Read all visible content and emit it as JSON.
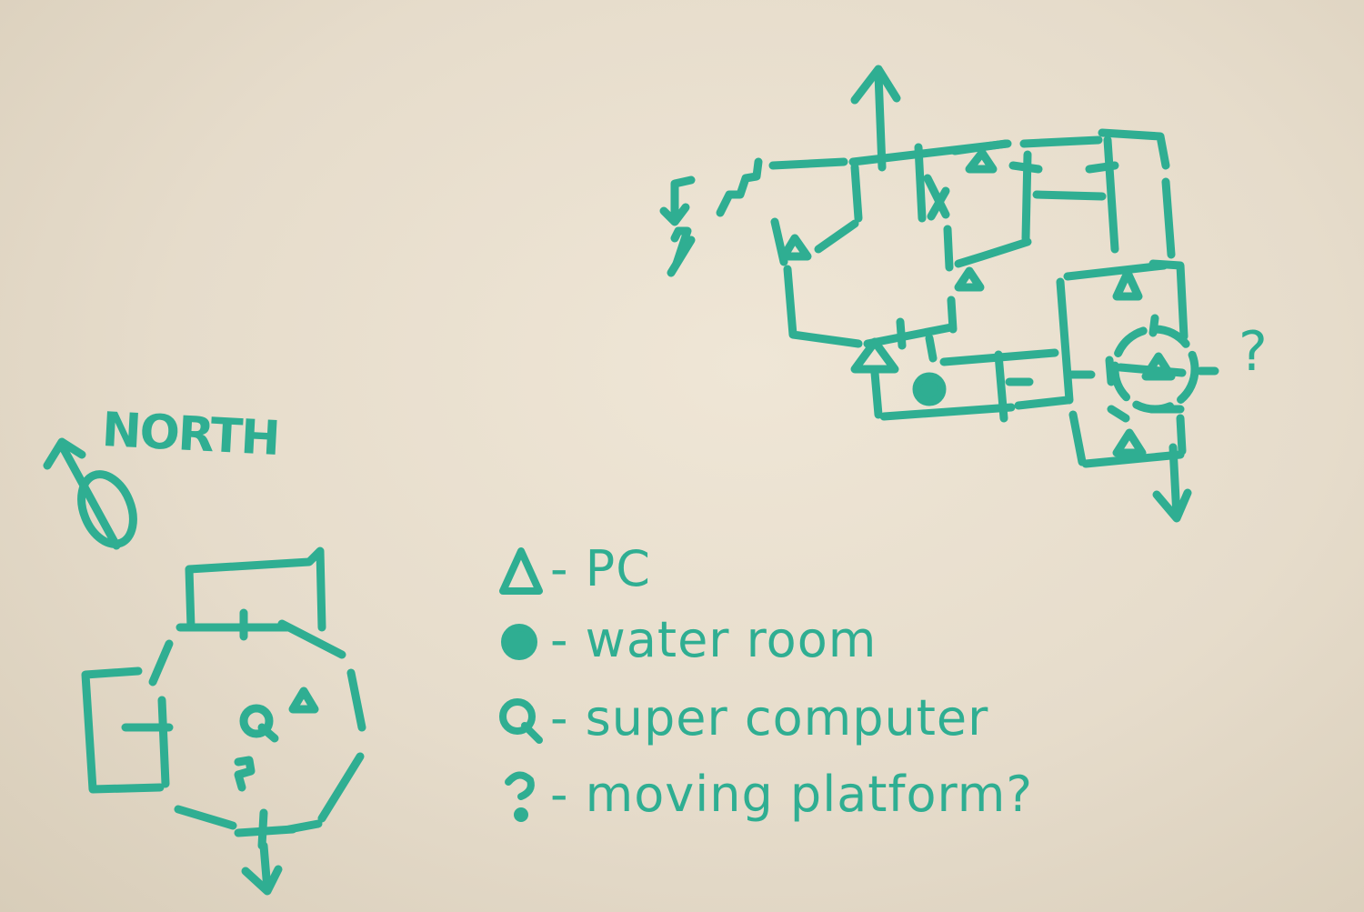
{
  "palette": {
    "marker": "#2fae92",
    "board": "#ece3d3"
  },
  "compass": {
    "label": "NORTH",
    "icon": "north-arrow-icon"
  },
  "map": {
    "platform_marker": "?",
    "icons": {
      "pc": "triangle-icon",
      "water_room": "dot-icon",
      "super_computer": "q-icon",
      "platform": "question-icon"
    }
  },
  "legend": [
    {
      "symbol": "triangle-icon",
      "text": "- PC"
    },
    {
      "symbol": "dot-icon",
      "text": "- water room"
    },
    {
      "symbol": "q-icon",
      "text": "- super computer"
    },
    {
      "symbol": "question-icon",
      "text": "- moving platform?"
    }
  ]
}
